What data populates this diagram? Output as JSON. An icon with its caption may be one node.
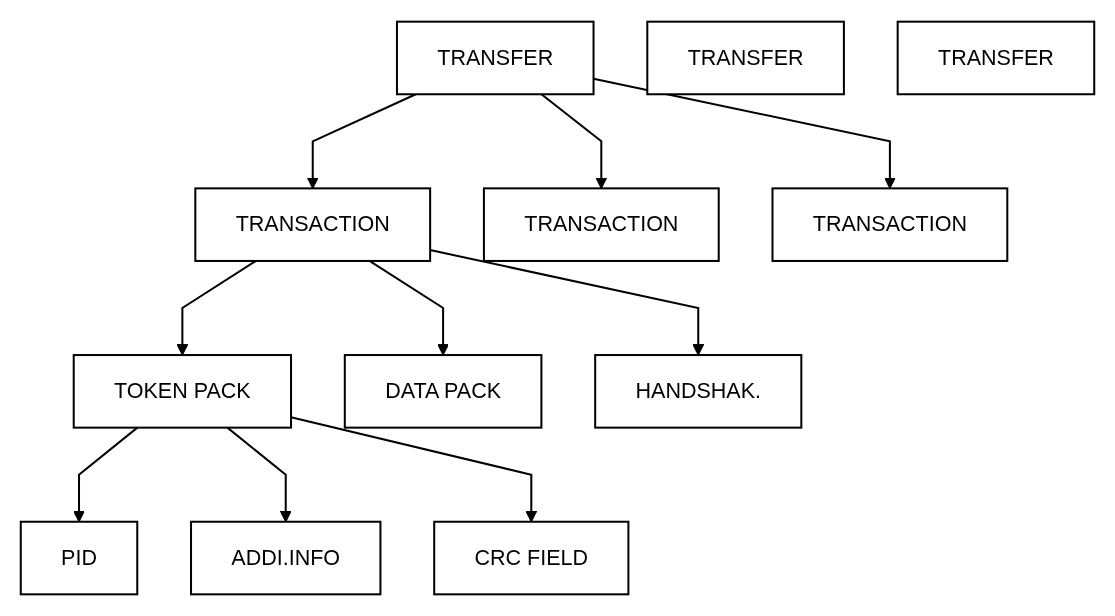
{
  "diagram": {
    "nodes": [
      {
        "text": [
          "TRANSFER"
        ]
      },
      {
        "text": [
          "TRANSFER"
        ]
      },
      {
        "text": [
          "TRANSFER"
        ]
      },
      {
        "text": [
          "TRANSACTION"
        ]
      },
      {
        "text": [
          "TRANSACTION"
        ]
      },
      {
        "text": [
          "TRANSACTION"
        ]
      },
      {
        "text": [
          "TOKEN PACK"
        ]
      },
      {
        "text": [
          "DATA PACK"
        ]
      },
      {
        "text": [
          "HANDSHAK."
        ]
      },
      {
        "text": [
          "PID"
        ]
      },
      {
        "text": [
          "ADDI.INFO"
        ]
      },
      {
        "text": [
          "CRC FIELD"
        ]
      }
    ],
    "edges": [
      {
        "from": 0,
        "to": 3,
        "arrow": "to"
      },
      {
        "from": 0,
        "to": 4,
        "arrow": "to"
      },
      {
        "from": 0,
        "to": 5,
        "arrow": "to"
      },
      {
        "from": 3,
        "to": 6,
        "arrow": "to"
      },
      {
        "from": 3,
        "to": 7,
        "arrow": "to"
      },
      {
        "from": 3,
        "to": 8,
        "arrow": "to"
      },
      {
        "from": 6,
        "to": 9,
        "arrow": "to"
      },
      {
        "from": 6,
        "to": 10,
        "arrow": "to"
      },
      {
        "from": 6,
        "to": 11,
        "arrow": "to"
      }
    ]
  }
}
